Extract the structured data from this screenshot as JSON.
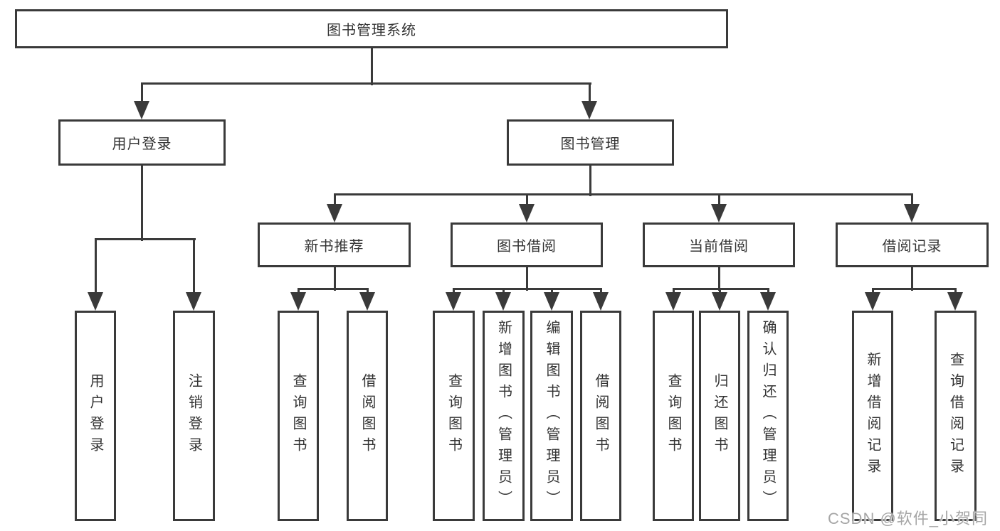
{
  "diagram_title": "图书管理系统",
  "nodes": {
    "root": {
      "label": "图书管理系统"
    },
    "level2": [
      {
        "label": "用户登录",
        "parent": "图书管理系统"
      },
      {
        "label": "图书管理",
        "parent": "图书管理系统"
      }
    ],
    "level3": [
      {
        "label": "新书推荐",
        "parent": "图书管理"
      },
      {
        "label": "图书借阅",
        "parent": "图书管理"
      },
      {
        "label": "当前借阅",
        "parent": "图书管理"
      },
      {
        "label": "借阅记录",
        "parent": "图书管理"
      }
    ],
    "leaves": [
      {
        "label": "用户登录",
        "parent": "用户登录"
      },
      {
        "label": "注销登录",
        "parent": "用户登录"
      },
      {
        "label": "查询图书",
        "parent": "新书推荐"
      },
      {
        "label": "借阅图书",
        "parent": "新书推荐"
      },
      {
        "label": "查询图书",
        "parent": "图书借阅"
      },
      {
        "label": "新增图书（管理员）",
        "parent": "图书借阅"
      },
      {
        "label": "编辑图书（管理员）",
        "parent": "图书借阅"
      },
      {
        "label": "借阅图书",
        "parent": "图书借阅"
      },
      {
        "label": "查询图书",
        "parent": "当前借阅"
      },
      {
        "label": "归还图书",
        "parent": "当前借阅"
      },
      {
        "label": "确认归还（管理员）",
        "parent": "当前借阅"
      },
      {
        "label": "新增借阅记录",
        "parent": "借阅记录"
      },
      {
        "label": "查询借阅记录",
        "parent": "借阅记录"
      }
    ]
  },
  "watermark": "CSDN @软件_小贺同学",
  "colors": {
    "line": "#3a3a3a",
    "text": "#333333",
    "background": "#ffffff",
    "box_fill": "#ffffff",
    "watermark": "#a6a6a6"
  }
}
